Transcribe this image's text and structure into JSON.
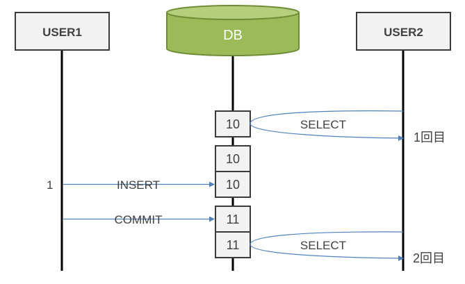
{
  "participants": {
    "user1": "USER1",
    "db": "DB",
    "user2": "USER2"
  },
  "labels": {
    "select_1": "SELECT",
    "read_count_1": "1回目",
    "insert_step": "1",
    "insert": "INSERT",
    "commit": "COMMIT",
    "select_2": "SELECT",
    "read_count_2": "2回目"
  },
  "db_values": {
    "box_1": "10",
    "box_2": "10",
    "box_3": "10",
    "box_4": "11",
    "box_5": "11"
  },
  "colors": {
    "box_fill": "#f2f2f2",
    "box_stroke": "#3a3a3a",
    "db_fill": "#9bbb59",
    "db_stroke": "#6e8c35",
    "db_text": "#ffffff",
    "arrow": "#4f81bd",
    "lifeline": "#000000",
    "text": "#404040"
  }
}
